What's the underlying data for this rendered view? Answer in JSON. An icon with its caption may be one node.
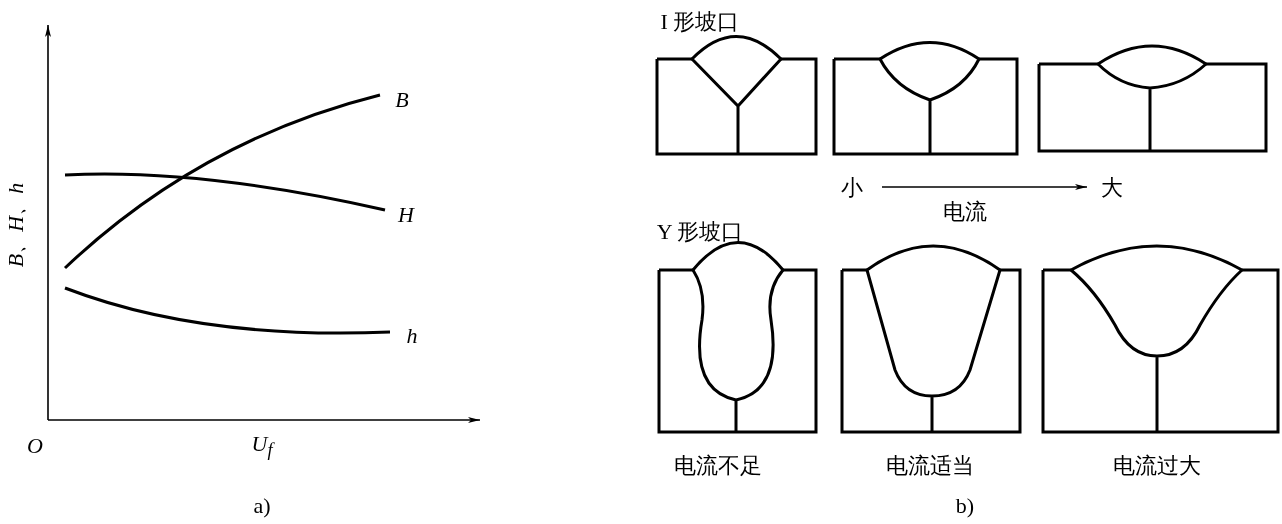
{
  "diagram": {
    "labels": [
      "B",
      "H",
      "B、H、h",
      "h",
      "O",
      "U$_{f}$",
      "a)",
      "I 形坡口",
      "小",
      "大",
      "电流",
      "Y 形坡口",
      "电流不足",
      "电流适当",
      "电流过大",
      "b)"
    ]
  }
}
